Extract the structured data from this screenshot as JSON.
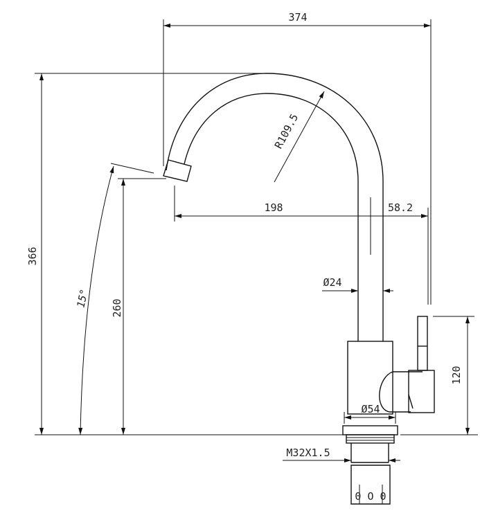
{
  "dimensions": {
    "overall_width": "374",
    "overall_height": "366",
    "spout_height": "260",
    "spout_angle": "15°",
    "spout_radius": "R109.5",
    "spout_reach": "198",
    "handle_offset": "58.2",
    "tube_diameter": "Ø24",
    "body_diameter": "Ø54",
    "handle_height": "120",
    "thread": "M32X1.5"
  },
  "base_marks": "0 O 0"
}
